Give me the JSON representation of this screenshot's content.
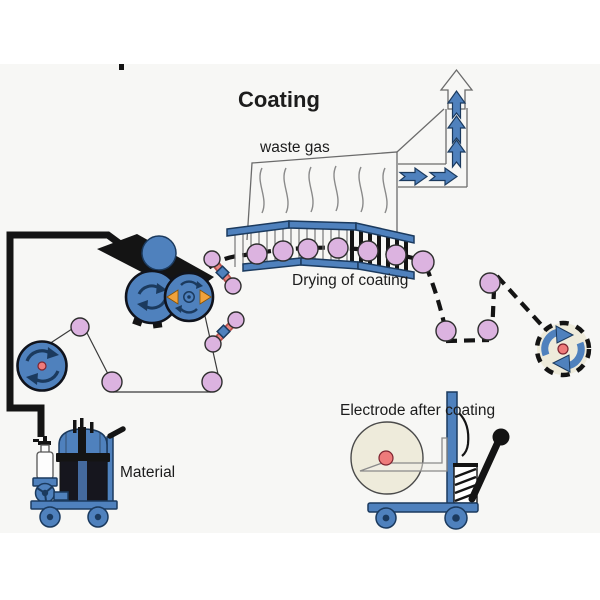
{
  "title": "Coating",
  "labels": {
    "waste_gas": "waste gas",
    "drying": "Drying of coating",
    "electrode": "Electrode after coating",
    "material": "Material"
  },
  "colors": {
    "machine_blue": "#4f81bd",
    "outline_navy": "#1b3a5e",
    "roller_pink": "#dcb3e0",
    "accent_red": "#e8837f",
    "center_red": "#ee7b7b",
    "roll_cream": "#eeebdb",
    "arrow_orange": "#f0a23c",
    "web_black": "#141414",
    "outline_gray": "#6b6b6b",
    "canvas_bg": "#f7f7f5",
    "page_bg": "#ffffff",
    "text_color": "#1c1c1c"
  }
}
